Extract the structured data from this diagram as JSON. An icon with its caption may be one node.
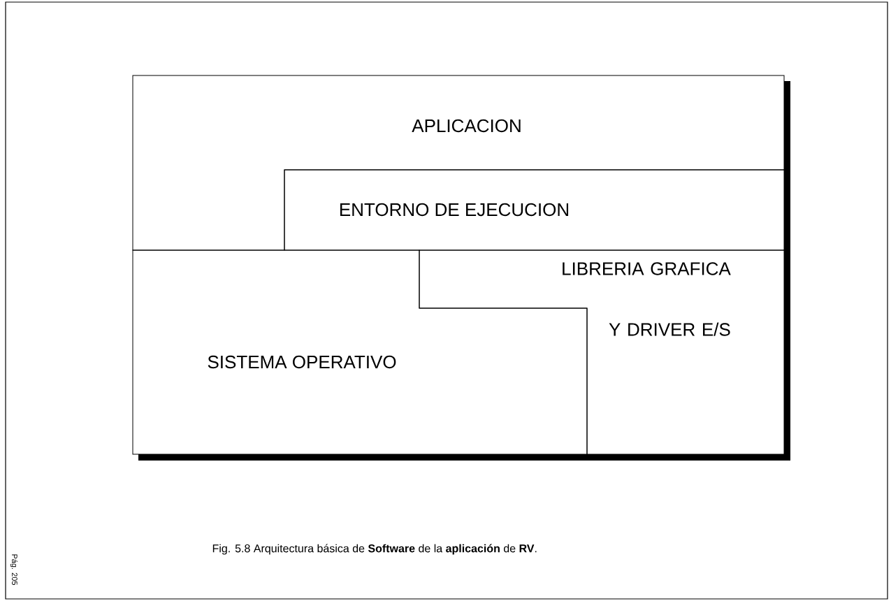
{
  "diagram": {
    "caption": "Fig. 5.8 Arquitectura básica de **Software** de la **aplicación** de **RV**.",
    "nodes": [
      {
        "text": [
          "APLICACION"
        ]
      },
      {
        "text": [
          "ENTORNO DE EJECUCION"
        ]
      },
      {
        "text": [
          "SISTEMA OPERATIVO"
        ]
      },
      {
        "text": [
          "LIBRERIA GRAFICA Y DRIVER E/S"
        ]
      }
    ],
    "edges": [],
    "labels": [
      "Pág. 205"
    ]
  }
}
